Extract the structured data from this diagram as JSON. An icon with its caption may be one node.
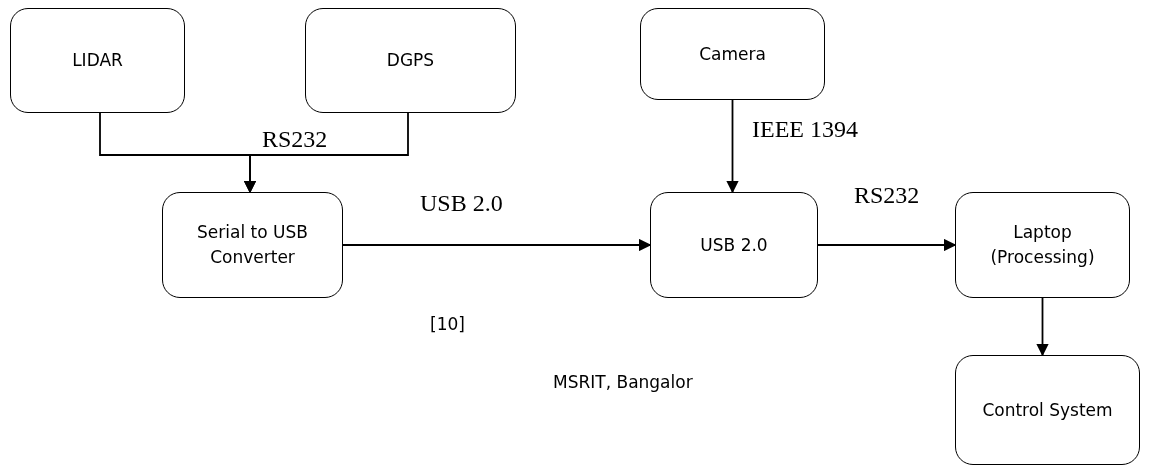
{
  "diagram": {
    "nodes": [
      {
        "text": [
          "LIDAR"
        ]
      },
      {
        "text": [
          "DGPS"
        ]
      },
      {
        "text": [
          "Serial to USB Converter"
        ]
      },
      {
        "text": [
          "Camera"
        ]
      },
      {
        "text": [
          "USB 2.0"
        ]
      },
      {
        "text": [
          "Laptop (Processing)"
        ]
      },
      {
        "text": [
          "Control System"
        ]
      }
    ],
    "edges": [
      {
        "from": 0,
        "to": 2,
        "arrow": "to"
      },
      {
        "from": 1,
        "to": 2,
        "arrow": "to"
      },
      {
        "from": 2,
        "to": 4,
        "arrow": "to",
        "label": "USB 2.0"
      },
      {
        "from": 3,
        "to": 4,
        "arrow": "to",
        "label": "IEEE 1394"
      },
      {
        "from": 4,
        "to": 5,
        "arrow": "to",
        "label": "RS232"
      },
      {
        "from": 5,
        "to": 6,
        "arrow": "to"
      }
    ],
    "labels": [
      "RS232",
      "[10]",
      "MSRIT, Bangalor"
    ]
  }
}
